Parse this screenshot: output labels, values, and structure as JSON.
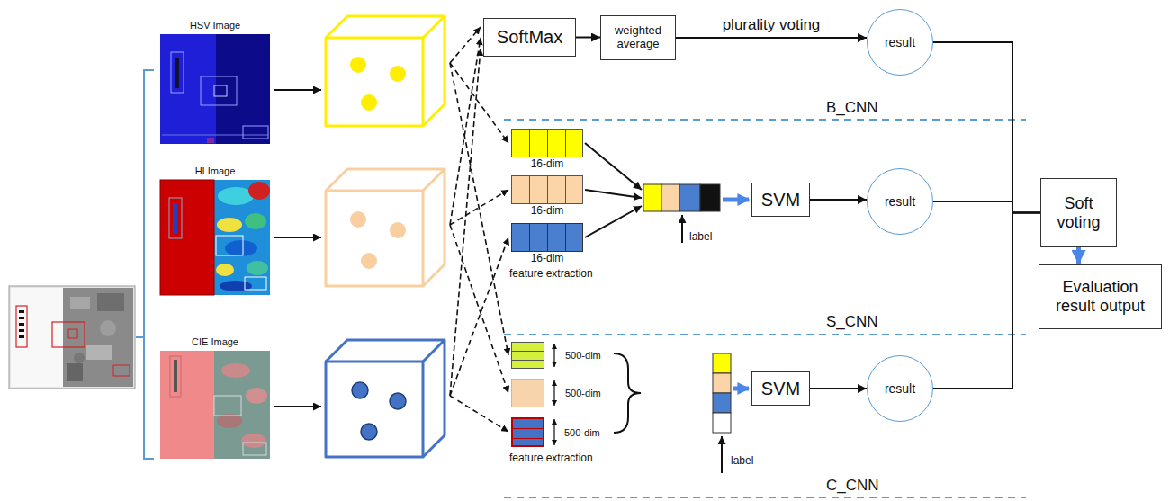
{
  "diagram": {
    "nodes": [
      {
        "text": [
          "HSV Image"
        ]
      },
      {
        "text": [
          "HI Image"
        ]
      },
      {
        "text": [
          "CIE Image"
        ]
      },
      {
        "text": [
          "SoftMax"
        ]
      },
      {
        "text": [
          "weighted average"
        ]
      },
      {
        "text": [
          "result"
        ]
      },
      {
        "text": [
          "16-dim"
        ]
      },
      {
        "text": [
          "16-dim"
        ]
      },
      {
        "text": [
          "16-dim"
        ]
      },
      {
        "text": [
          "SVM"
        ]
      },
      {
        "text": [
          "result"
        ]
      },
      {
        "text": [
          "500-dim"
        ]
      },
      {
        "text": [
          "500-dim"
        ]
      },
      {
        "text": [
          "500-dim"
        ]
      },
      {
        "text": [
          "SVM"
        ]
      },
      {
        "text": [
          "result"
        ]
      },
      {
        "text": [
          "Soft voting"
        ]
      },
      {
        "text": [
          "Evaluation result output"
        ]
      }
    ],
    "edges": [
      {
        "from": 3,
        "to": 4,
        "arrow": "to"
      },
      {
        "from": 4,
        "to": 5,
        "label": "plurality voting",
        "arrow": "to"
      },
      {
        "from": 9,
        "to": 10,
        "arrow": "to"
      },
      {
        "from": 14,
        "to": 15,
        "arrow": "to"
      },
      {
        "from": 5,
        "to": 16,
        "arrow": "none"
      },
      {
        "from": 10,
        "to": 16,
        "arrow": "none"
      },
      {
        "from": 15,
        "to": 16,
        "arrow": "none"
      },
      {
        "from": 16,
        "to": 17,
        "arrow": "to"
      }
    ],
    "labels": [
      "B_CNN",
      "S_CNN",
      "C_CNN",
      "feature extraction",
      "feature extraction",
      "label",
      "label"
    ]
  }
}
